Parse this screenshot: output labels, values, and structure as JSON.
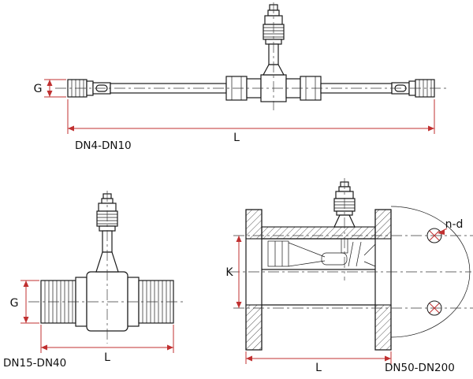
{
  "diagram": {
    "colors": {
      "background": "#ffffff",
      "drawing_line": "#1a1a1a",
      "centerline": "#3a3a3a",
      "dimension": "#c03030",
      "text": "#111111"
    },
    "views": [
      {
        "caption": "DN4-DN10",
        "dimensions": {
          "bore": "G",
          "length": "L"
        }
      },
      {
        "caption": "DN15-DN40",
        "dimensions": {
          "bore": "G",
          "length": "L"
        }
      },
      {
        "caption": "DN50-DN200",
        "dimensions": {
          "bolt_circle": "K",
          "length": "L",
          "bolt_holes": "n-d"
        }
      }
    ]
  }
}
